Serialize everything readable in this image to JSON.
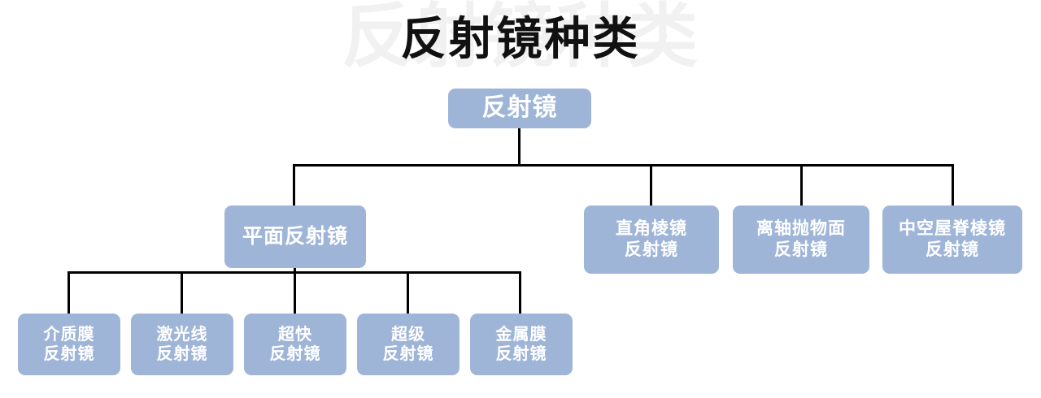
{
  "page": {
    "title": "反射镜种类",
    "watermark": "反射镜种类",
    "background": "#ffffff",
    "node_fill": "#9fb5d8",
    "node_text_color": "#ffffff",
    "title_color": "#111111",
    "watermark_color": "#f1f1f1",
    "connector_color": "#000000"
  },
  "diagram": {
    "type": "tree",
    "root": {
      "label": "反射镜",
      "level": 1
    },
    "level2": [
      {
        "label": "平面反射镜",
        "level": 2,
        "has_children": true
      },
      {
        "label": "直角棱镜\n反射镜",
        "level": 2,
        "has_children": false
      },
      {
        "label": "离轴抛物面\n反射镜",
        "level": 2,
        "has_children": false
      },
      {
        "label": "中空屋脊棱镜\n反射镜",
        "level": 2,
        "has_children": false
      }
    ],
    "level3": [
      {
        "label": "介质膜\n反射镜",
        "level": 3,
        "parent": "平面反射镜"
      },
      {
        "label": "激光线\n反射镜",
        "level": 3,
        "parent": "平面反射镜"
      },
      {
        "label": "超快\n反射镜",
        "level": 3,
        "parent": "平面反射镜"
      },
      {
        "label": "超级\n反射镜",
        "level": 3,
        "parent": "平面反射镜"
      },
      {
        "label": "金属膜\n反射镜",
        "level": 3,
        "parent": "平面反射镜"
      }
    ]
  }
}
